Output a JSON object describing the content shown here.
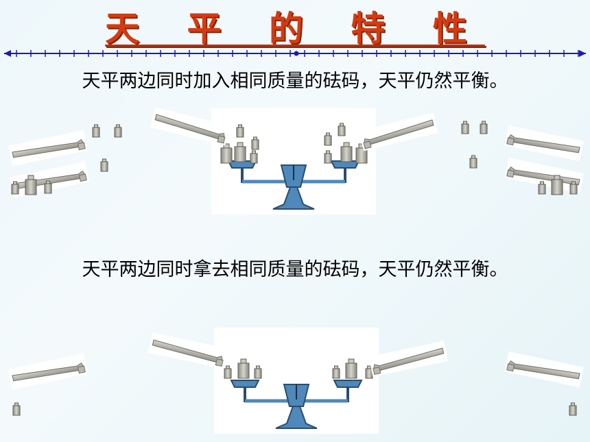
{
  "title": "天 平 的 特 性",
  "captions": [
    "天平两边同时加入相同质量的砝码，天平仍然平衡。",
    "天平两边同时拿去相同质量的砝码，天平仍然平衡。"
  ],
  "colors": {
    "title": "#d63a12",
    "ruler": "#1a1ab8",
    "balance_blue": "#4f88ba",
    "weight_gray": "#a8a79c"
  },
  "icons": [
    "balance-scale-icon",
    "tweezers-icon",
    "weight-icon"
  ]
}
